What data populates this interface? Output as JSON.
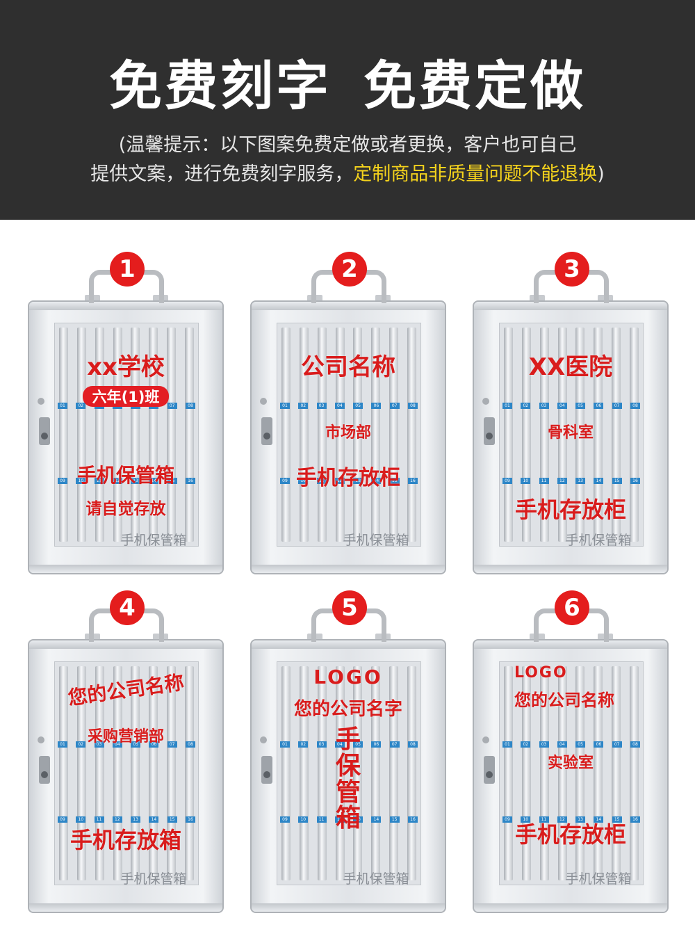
{
  "header": {
    "headline_left": "免费刻字",
    "headline_right": "免费定做",
    "notice_line1": "(温馨提示：以下图案免费定做或者更换，客户也可自己",
    "notice_line2_normal": "提供文案，进行免费刻字服务，",
    "notice_line2_highlight": "定制商品非质量问题不能退换",
    "notice_line2_close": ")"
  },
  "colors": {
    "header_bg": "#2f2f2f",
    "highlight": "#f4d21c",
    "engrave_red": "#d91c1c",
    "badge_red": "#e41d1d",
    "slot_number_blue": "#2d86c7"
  },
  "slot_numbers_top": [
    "01",
    "02",
    "03",
    "04",
    "05",
    "06",
    "07",
    "08"
  ],
  "slot_numbers_bottom": [
    "09",
    "10",
    "11",
    "12",
    "13",
    "14",
    "15",
    "16"
  ],
  "cabinets": [
    {
      "number": "1",
      "line1": "xx学校",
      "pill": "六年(1)班",
      "line2": "手机保管箱",
      "line3": "请自觉存放",
      "brand": "手机保管箱"
    },
    {
      "number": "2",
      "line1": "公司名称",
      "line2": "市场部",
      "line3": "手机存放柜",
      "brand": "手机保管箱"
    },
    {
      "number": "3",
      "line1": "XX医院",
      "line2": "骨科室",
      "line3": "手机存放柜",
      "brand": "手机保管箱"
    },
    {
      "number": "4",
      "line1": "您的公司名称",
      "line2": "采购营销部",
      "line3": "手机存放箱",
      "brand": "手机保管箱"
    },
    {
      "number": "5",
      "line1": "LOGO",
      "line2": "您的公司名字",
      "vertical": [
        "手",
        "保",
        "管",
        "箱"
      ],
      "brand": "手机保管箱"
    },
    {
      "number": "6",
      "line1": "LOGO",
      "line2": "您的公司名称",
      "line3": "实验室",
      "line4": "手机存放柜",
      "brand": "手机保管箱"
    }
  ]
}
